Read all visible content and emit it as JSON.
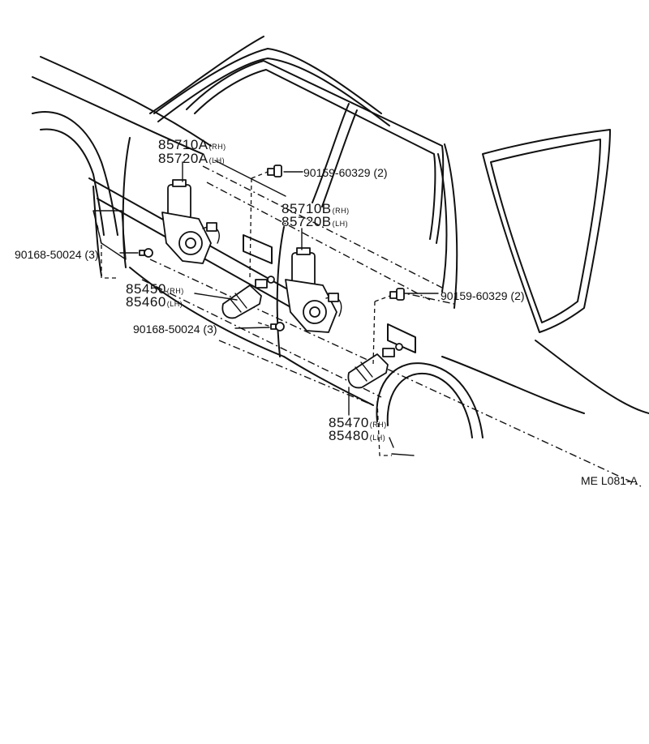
{
  "callouts": {
    "motor_front_rh": "85710A",
    "motor_front_rh_side": "(RH)",
    "motor_front_lh": "85720A",
    "motor_front_lh_side": "(LH)",
    "motor_rear_rh": "85710B",
    "motor_rear_rh_side": "(RH)",
    "motor_rear_lh": "85720B",
    "motor_rear_lh_side": "(LH)",
    "actuator_front_rh": "85450",
    "actuator_front_rh_side": "(RH)",
    "actuator_front_lh": "85460",
    "actuator_front_lh_side": "(LH)",
    "actuator_rear_rh": "85470",
    "actuator_rear_rh_side": "(RH)",
    "actuator_rear_lh": "85480",
    "actuator_rear_lh_side": "(LH)",
    "screw_upper": "90159-60329 (2)",
    "screw_right": "90159-60329 (2)",
    "bolt_left": "90168-50024 (3)",
    "bolt_center": "90168-50024 (3)"
  },
  "diagram_code": "ME L081-A"
}
